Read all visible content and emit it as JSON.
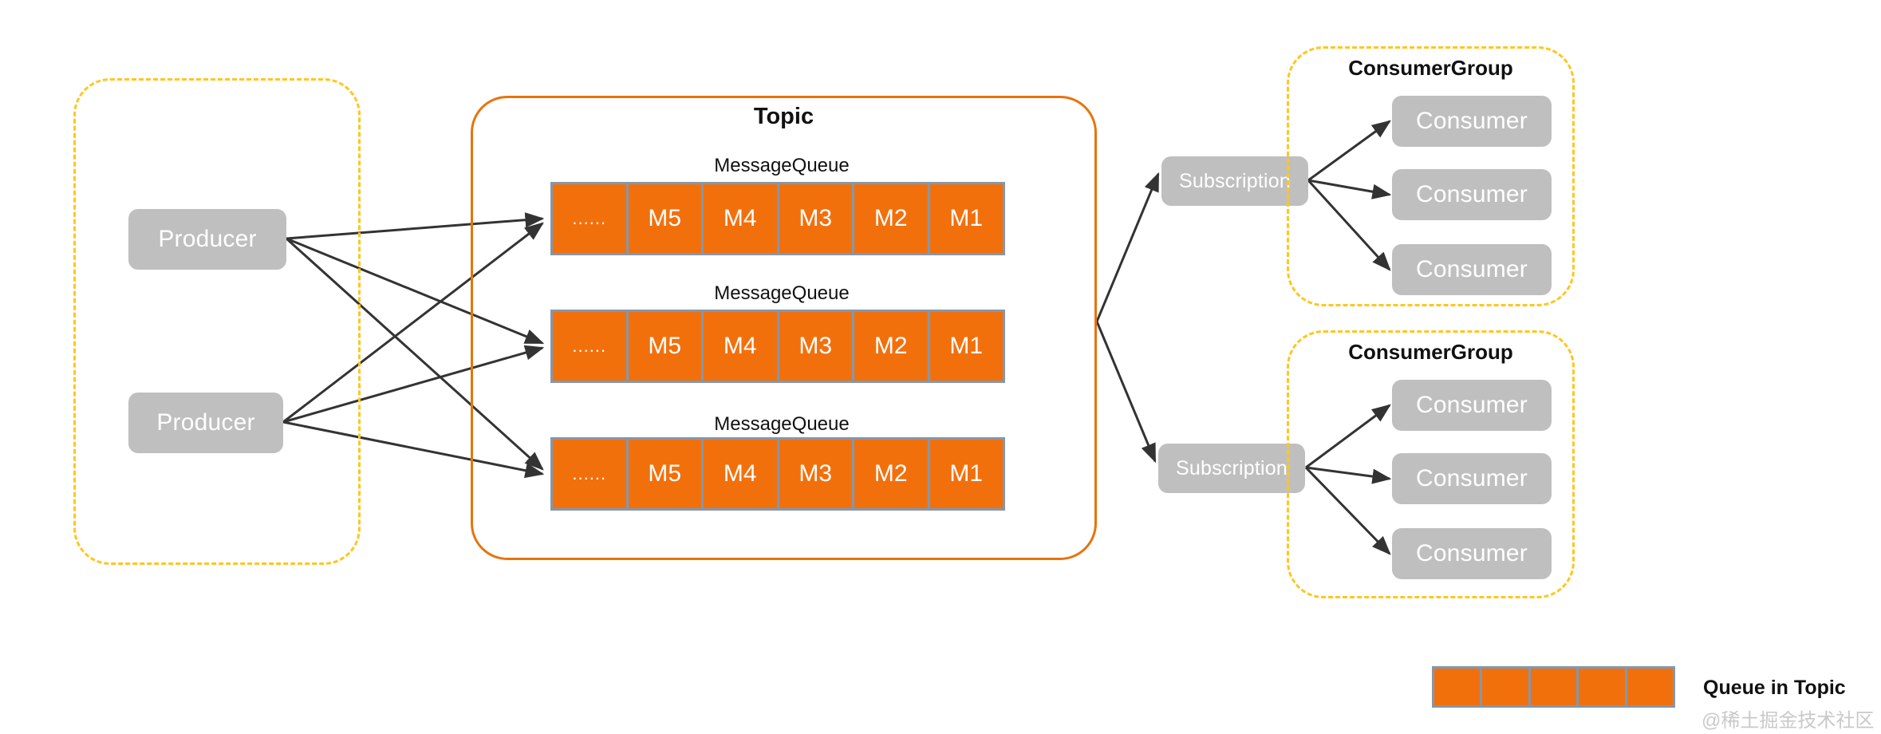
{
  "diagram": {
    "title": "RocketMQ Topic / Queue / Subscription model",
    "colors": {
      "queue_fill": "#F2700C",
      "queue_border": "#8397AD",
      "node_gray": "#BFBFBF",
      "topic_border": "#E8730C",
      "group_border": "#FFC61E",
      "arrow": "#333333",
      "text_dark": "#111111",
      "text_light": "#FFFFFF",
      "watermark": "#C9C9C9"
    }
  },
  "producer_group": {
    "name": "producer-container",
    "producers": [
      {
        "label": "Producer"
      },
      {
        "label": "Producer"
      }
    ]
  },
  "topic": {
    "title": "Topic",
    "queues": [
      {
        "title": "MessageQueue",
        "cells": [
          "......",
          "M5",
          "M4",
          "M3",
          "M2",
          "M1"
        ]
      },
      {
        "title": "MessageQueue",
        "cells": [
          "......",
          "M5",
          "M4",
          "M3",
          "M2",
          "M1"
        ]
      },
      {
        "title": "MessageQueue",
        "cells": [
          "......",
          "M5",
          "M4",
          "M3",
          "M2",
          "M1"
        ]
      }
    ]
  },
  "subscriptions": [
    {
      "label": "Subscription"
    },
    {
      "label": "Subscription"
    }
  ],
  "consumer_groups": [
    {
      "title": "ConsumerGroup",
      "consumers": [
        {
          "label": "Consumer"
        },
        {
          "label": "Consumer"
        },
        {
          "label": "Consumer"
        }
      ]
    },
    {
      "title": "ConsumerGroup",
      "consumers": [
        {
          "label": "Consumer"
        },
        {
          "label": "Consumer"
        },
        {
          "label": "Consumer"
        }
      ]
    }
  ],
  "legend": {
    "label": "Queue in Topic",
    "cell_count": 5
  },
  "watermark": {
    "text": "@稀土掘金技术社区"
  }
}
